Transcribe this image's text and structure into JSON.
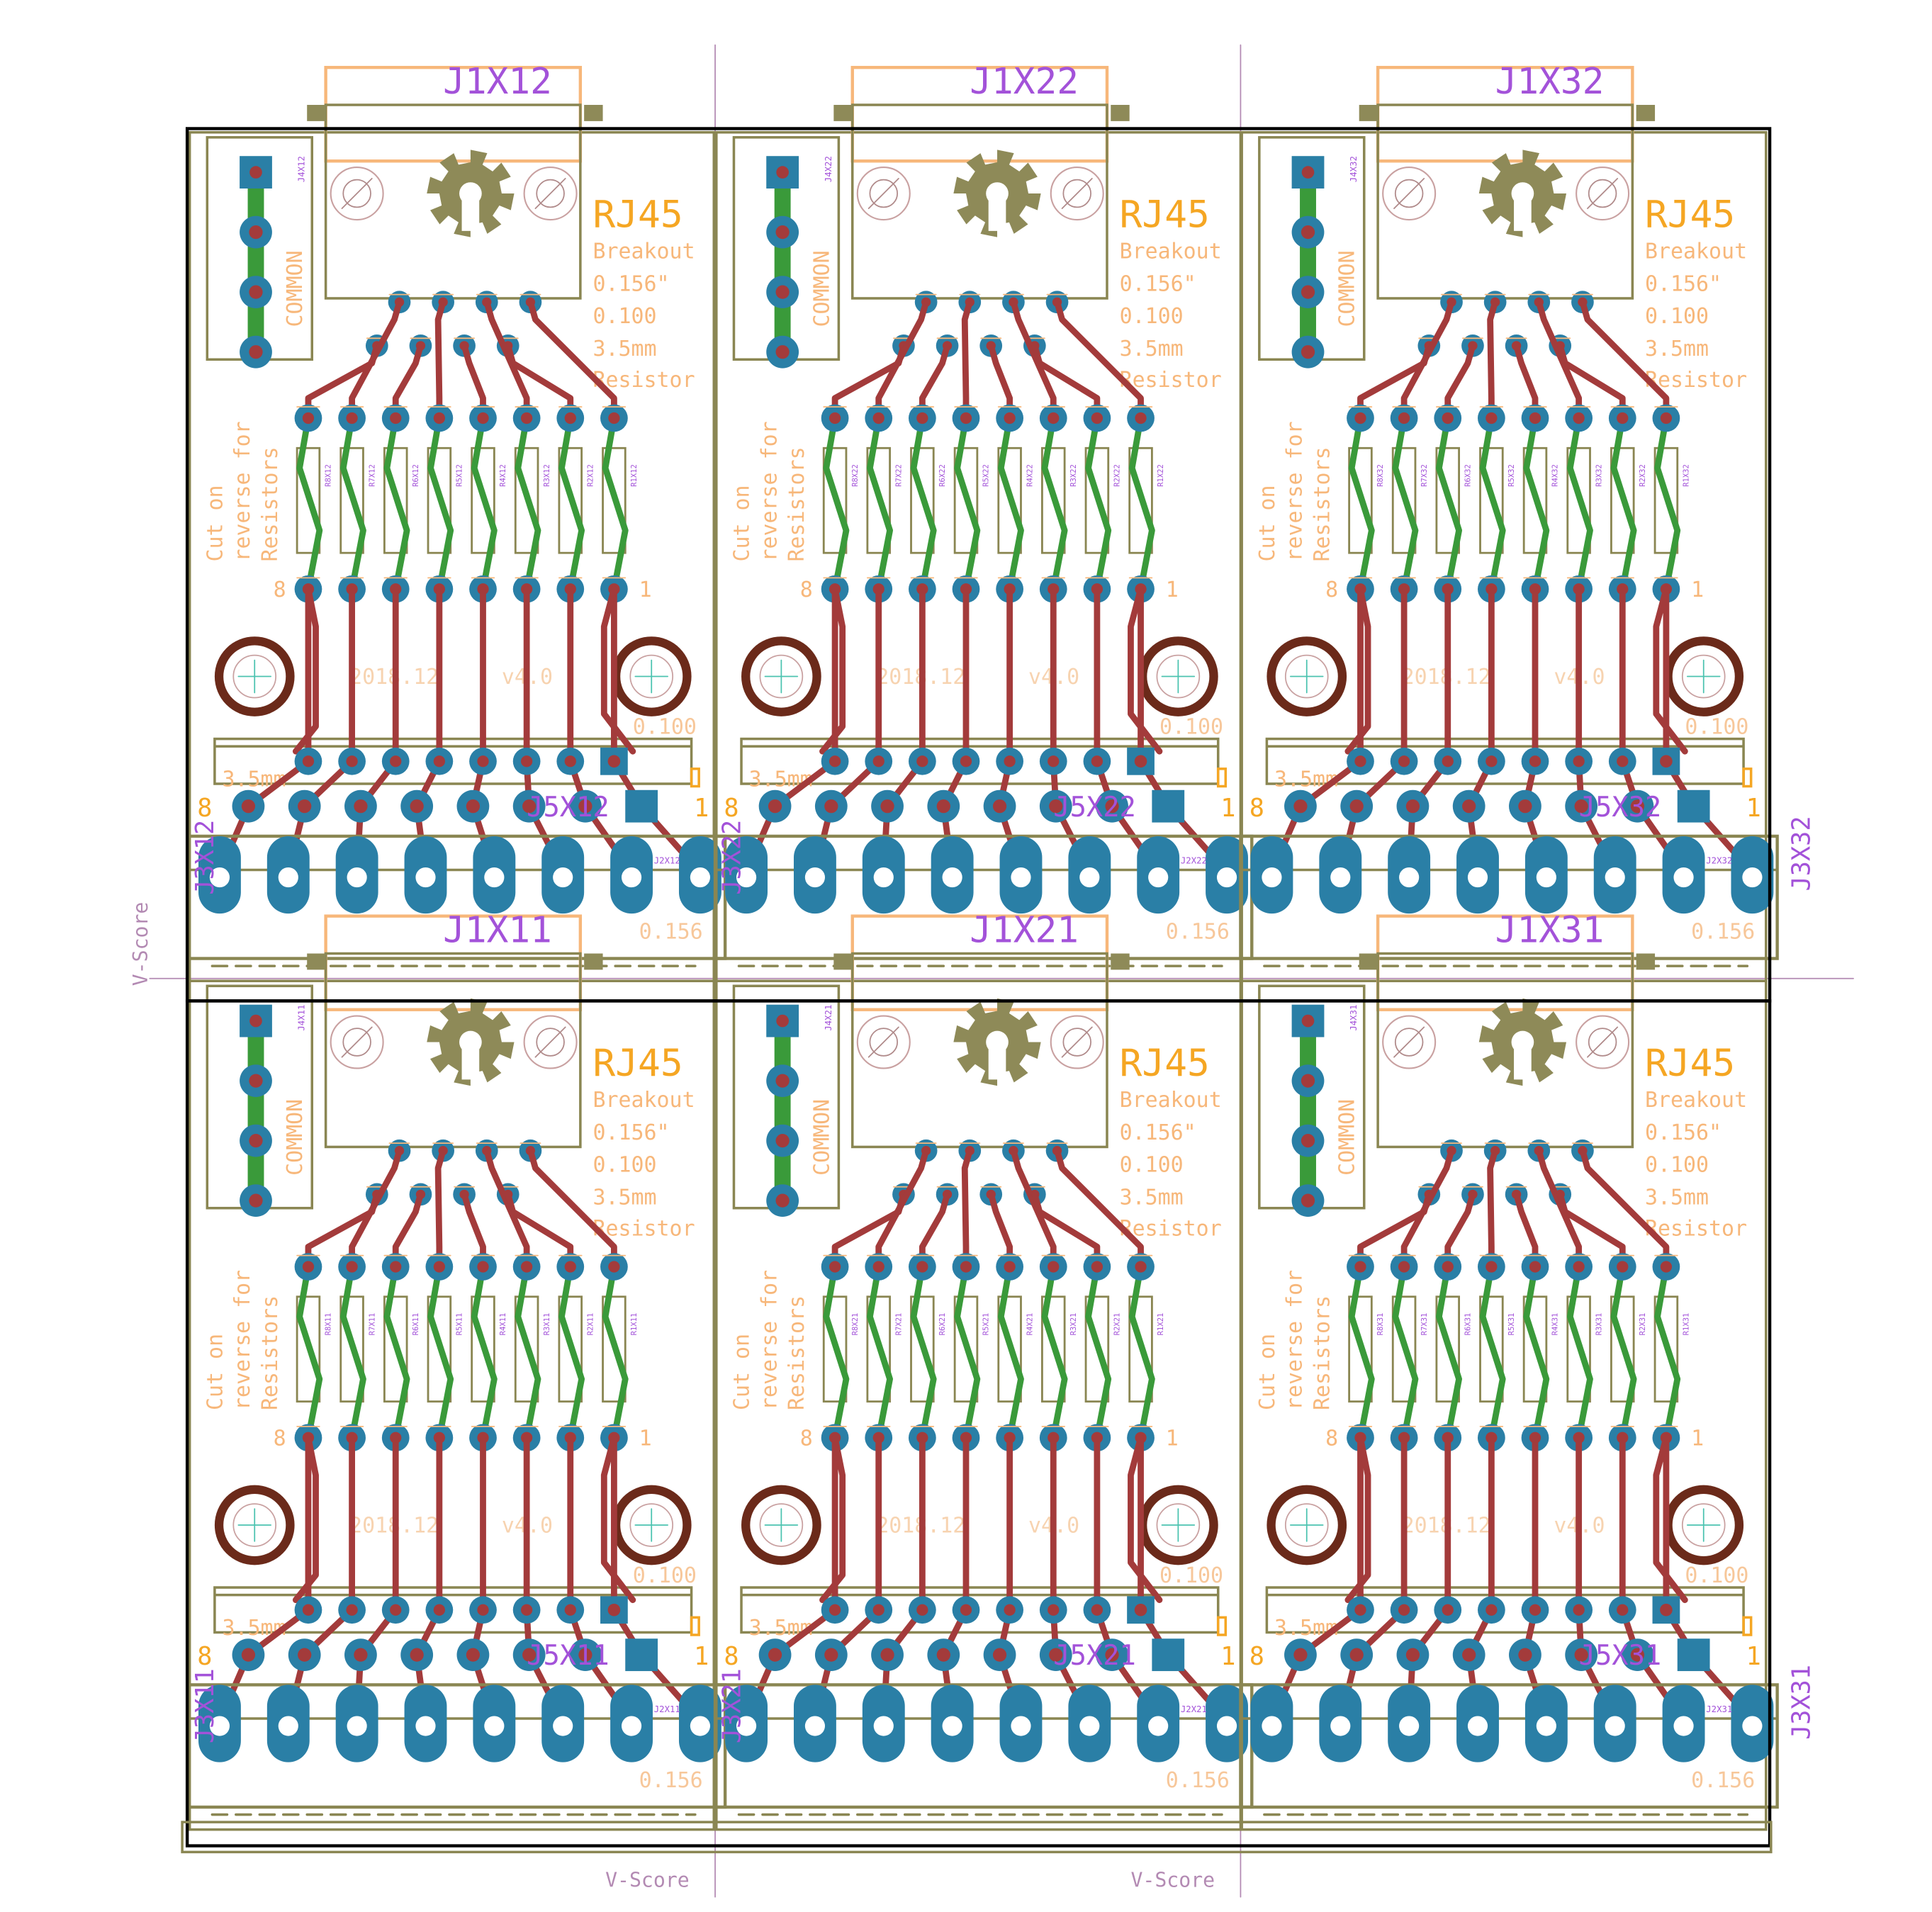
{
  "title": "RJ45 Breakout PCB panel",
  "colors": {
    "silk": "#8a8652",
    "silk_fill": "#8e8a58",
    "doc": "#f5a623",
    "doc_outline": "#f7b77a",
    "name": "#a352d9",
    "copper_top": "#a33b3b",
    "copper_bottom": "#3a9a3a",
    "pad": "#2a7fa6",
    "drill": "#ffffff",
    "hole_ring": "#6b2a1a",
    "outline": "#000000",
    "vscore": "#b38ab3"
  },
  "board_text": {
    "rj45": "RJ45",
    "breakout": "Breakout",
    "pitch_156": "0.156\"",
    "pitch_100": "0.100",
    "mm": "3.5mm",
    "resistor": "Resistor",
    "common": "COMMON",
    "cut_lines": [
      "Cut on",
      "reverse for",
      "Resistors"
    ],
    "pin8": "8",
    "pin1": "1",
    "date": "2018.12",
    "version": "v4.0",
    "label_0100": "0.100",
    "label_35mm": "3.5mm",
    "label_0156": "0.156",
    "vscore": "V-Score"
  },
  "panels": [
    {
      "j1": "J1X12",
      "j3": "J3X12",
      "j4": "J4X12",
      "j5": "J5X12",
      "j2": "J2X12",
      "resistors": [
        "R8X12",
        "R7X12",
        "R6X12",
        "R5X12",
        "R4X12",
        "R3X12",
        "R2X12",
        "R1X12"
      ]
    },
    {
      "j1": "J1X22",
      "j3": "J3X22",
      "j4": "J4X22",
      "j5": "J5X22",
      "j2": "J2X22",
      "resistors": [
        "R8X22",
        "R7X22",
        "R6X22",
        "R5X22",
        "R4X22",
        "R3X22",
        "R2X22",
        "R1X22"
      ]
    },
    {
      "j1": "J1X32",
      "j3": "J3X32",
      "j4": "J4X32",
      "j5": "J5X32",
      "j2": "J2X32",
      "resistors": [
        "R8X32",
        "R7X32",
        "R6X32",
        "R5X32",
        "R4X32",
        "R3X32",
        "R2X32",
        "R1X32"
      ]
    },
    {
      "j1": "J1X11",
      "j3": "J3X11",
      "j4": "J4X11",
      "j5": "J5X11",
      "j2": "J2X11",
      "resistors": [
        "R8X11",
        "R7X11",
        "R6X11",
        "R5X11",
        "R4X11",
        "R3X11",
        "R2X11",
        "R1X11"
      ]
    },
    {
      "j1": "J1X21",
      "j3": "J3X21",
      "j4": "J4X21",
      "j5": "J5X21",
      "j2": "J2X21",
      "resistors": [
        "R8X21",
        "R7X21",
        "R6X21",
        "R5X21",
        "R4X21",
        "R3X21",
        "R2X21",
        "R1X21"
      ]
    },
    {
      "j1": "J1X31",
      "j3": "J3X31",
      "j4": "J4X31",
      "j5": "J5X31",
      "j2": "J2X31",
      "resistors": [
        "R8X31",
        "R7X31",
        "R6X31",
        "R5X31",
        "R4X31",
        "R3X31",
        "R2X31",
        "R1X31"
      ]
    }
  ]
}
